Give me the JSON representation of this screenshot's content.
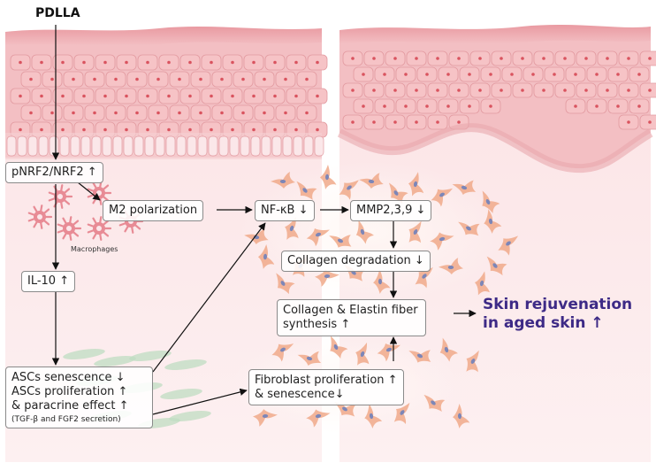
{
  "pdlla_label": "PDLLA",
  "macrophages_label": "Macrophages",
  "nodes": {
    "nrf2": {
      "text": "pNRF2/NRF2 ↑"
    },
    "m2": {
      "text": "M2 polarization"
    },
    "nfkb": {
      "text": "NF-κB ↓"
    },
    "mmp": {
      "text": "MMP2,3,9 ↓"
    },
    "collagen_deg": {
      "text": "Collagen degradation ↓"
    },
    "il10": {
      "text": "IL-10 ↑"
    },
    "synthesis": {
      "line1": "Collagen & Elastin fiber",
      "line2": "synthesis ↑"
    },
    "ascs": {
      "line1": "ASCs senescence ↓",
      "line2": "ASCs proliferation ↑",
      "line3": "& paracrine effect ↑",
      "note": "(TGF-β and FGF2 secretion)"
    },
    "fibroblast": {
      "line1": "Fibroblast proliferation ↑",
      "line2": "& senescence↓"
    }
  },
  "outcome": {
    "line1": "Skin rejuvenation",
    "line2": "in aged skin ↑"
  },
  "colors": {
    "outcome_text": "#3d2a86",
    "skin_base": "#f7d7d9",
    "epidermis": "#f2b9bd",
    "cell_fill": "#f6c3c6",
    "cell_stroke": "#e29aa0",
    "nucleus": "#d9545f",
    "fibroblast": "#f0a98a",
    "macrophage": "#e88b95",
    "ascs_cell": "#bfdcc2"
  }
}
